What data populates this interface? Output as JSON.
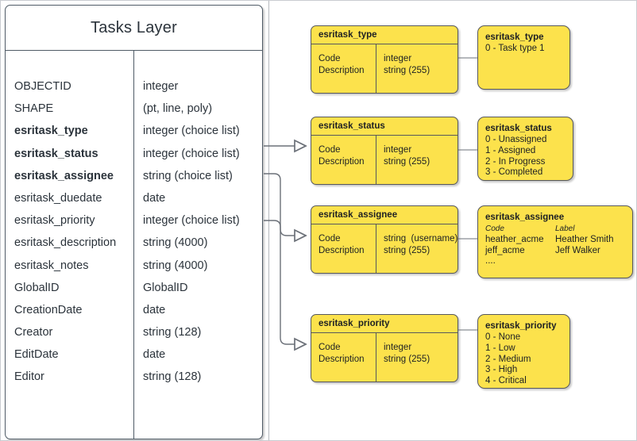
{
  "diagram": {
    "title": "Tasks Layer"
  },
  "entity": {
    "title": "Tasks Layer",
    "fields": [
      {
        "name": "OBJECTID",
        "type": "integer",
        "bold": false
      },
      {
        "name": "SHAPE",
        "type": "(pt, line, poly)",
        "bold": false
      },
      {
        "name": "esritask_type",
        "type": "integer (choice list)",
        "bold": true
      },
      {
        "name": "esritask_status",
        "type": "integer (choice list)",
        "bold": true
      },
      {
        "name": "esritask_assignee",
        "type": "string (choice list)",
        "bold": true
      },
      {
        "name": "esritask_duedate",
        "type": "date",
        "bold": false
      },
      {
        "name": "esritask_priority",
        "type": "integer (choice list)",
        "bold": false
      },
      {
        "name": "esritask_description",
        "type": "string (4000)",
        "bold": false
      },
      {
        "name": "esritask_notes",
        "type": "string (4000)",
        "bold": false
      },
      {
        "name": "GlobalID",
        "type": "GlobalID",
        "bold": false
      },
      {
        "name": "CreationDate",
        "type": "date",
        "bold": false
      },
      {
        "name": "Creator",
        "type": "string (128)",
        "bold": false
      },
      {
        "name": "EditDate",
        "type": "date",
        "bold": false
      },
      {
        "name": "Editor",
        "type": "string (128)",
        "bold": false
      }
    ]
  },
  "domain_tables": [
    {
      "header": "esritask_type",
      "left_lines": "Code\nDescription",
      "right_lines": "integer\nstring (255)"
    },
    {
      "header": "esritask_status",
      "left_lines": "Code\nDescription",
      "right_lines": "integer\nstring (255)"
    },
    {
      "header": "esritask_assignee",
      "left_lines": "Code\nDescription",
      "right_lines": "string  (username)\nstring (255)"
    },
    {
      "header": "esritask_priority",
      "left_lines": "Code\nDescription",
      "right_lines": "integer\nstring (255)"
    }
  ],
  "value_lists": {
    "type": {
      "title": "esritask_type",
      "lines": [
        "0 - Task type 1"
      ]
    },
    "status": {
      "title": "esritask_status",
      "lines": [
        "0 - Unassigned",
        "1 - Assigned",
        "2 - In Progress",
        "3 - Completed"
      ]
    },
    "assignee": {
      "title": "esritask_assignee",
      "col_header_code": "Code",
      "col_header_label": "Label",
      "rows": [
        {
          "code": "heather_acme",
          "label": "Heather Smith"
        },
        {
          "code": "jeff_acme",
          "label": "Jeff Walker"
        }
      ],
      "ellipsis": "...."
    },
    "priority": {
      "title": "esritask_priority",
      "lines": [
        "0 - None",
        "1 - Low",
        "2 - Medium",
        "3 - High",
        "4 - Critical"
      ]
    }
  },
  "colors": {
    "domain_fill": "#fce24c",
    "domain_stroke": "#56585c",
    "entity_stroke": "#4f5b66",
    "connector": "#6b7078",
    "text": "#1d2023",
    "canvas_border": "#c9ccd1"
  }
}
